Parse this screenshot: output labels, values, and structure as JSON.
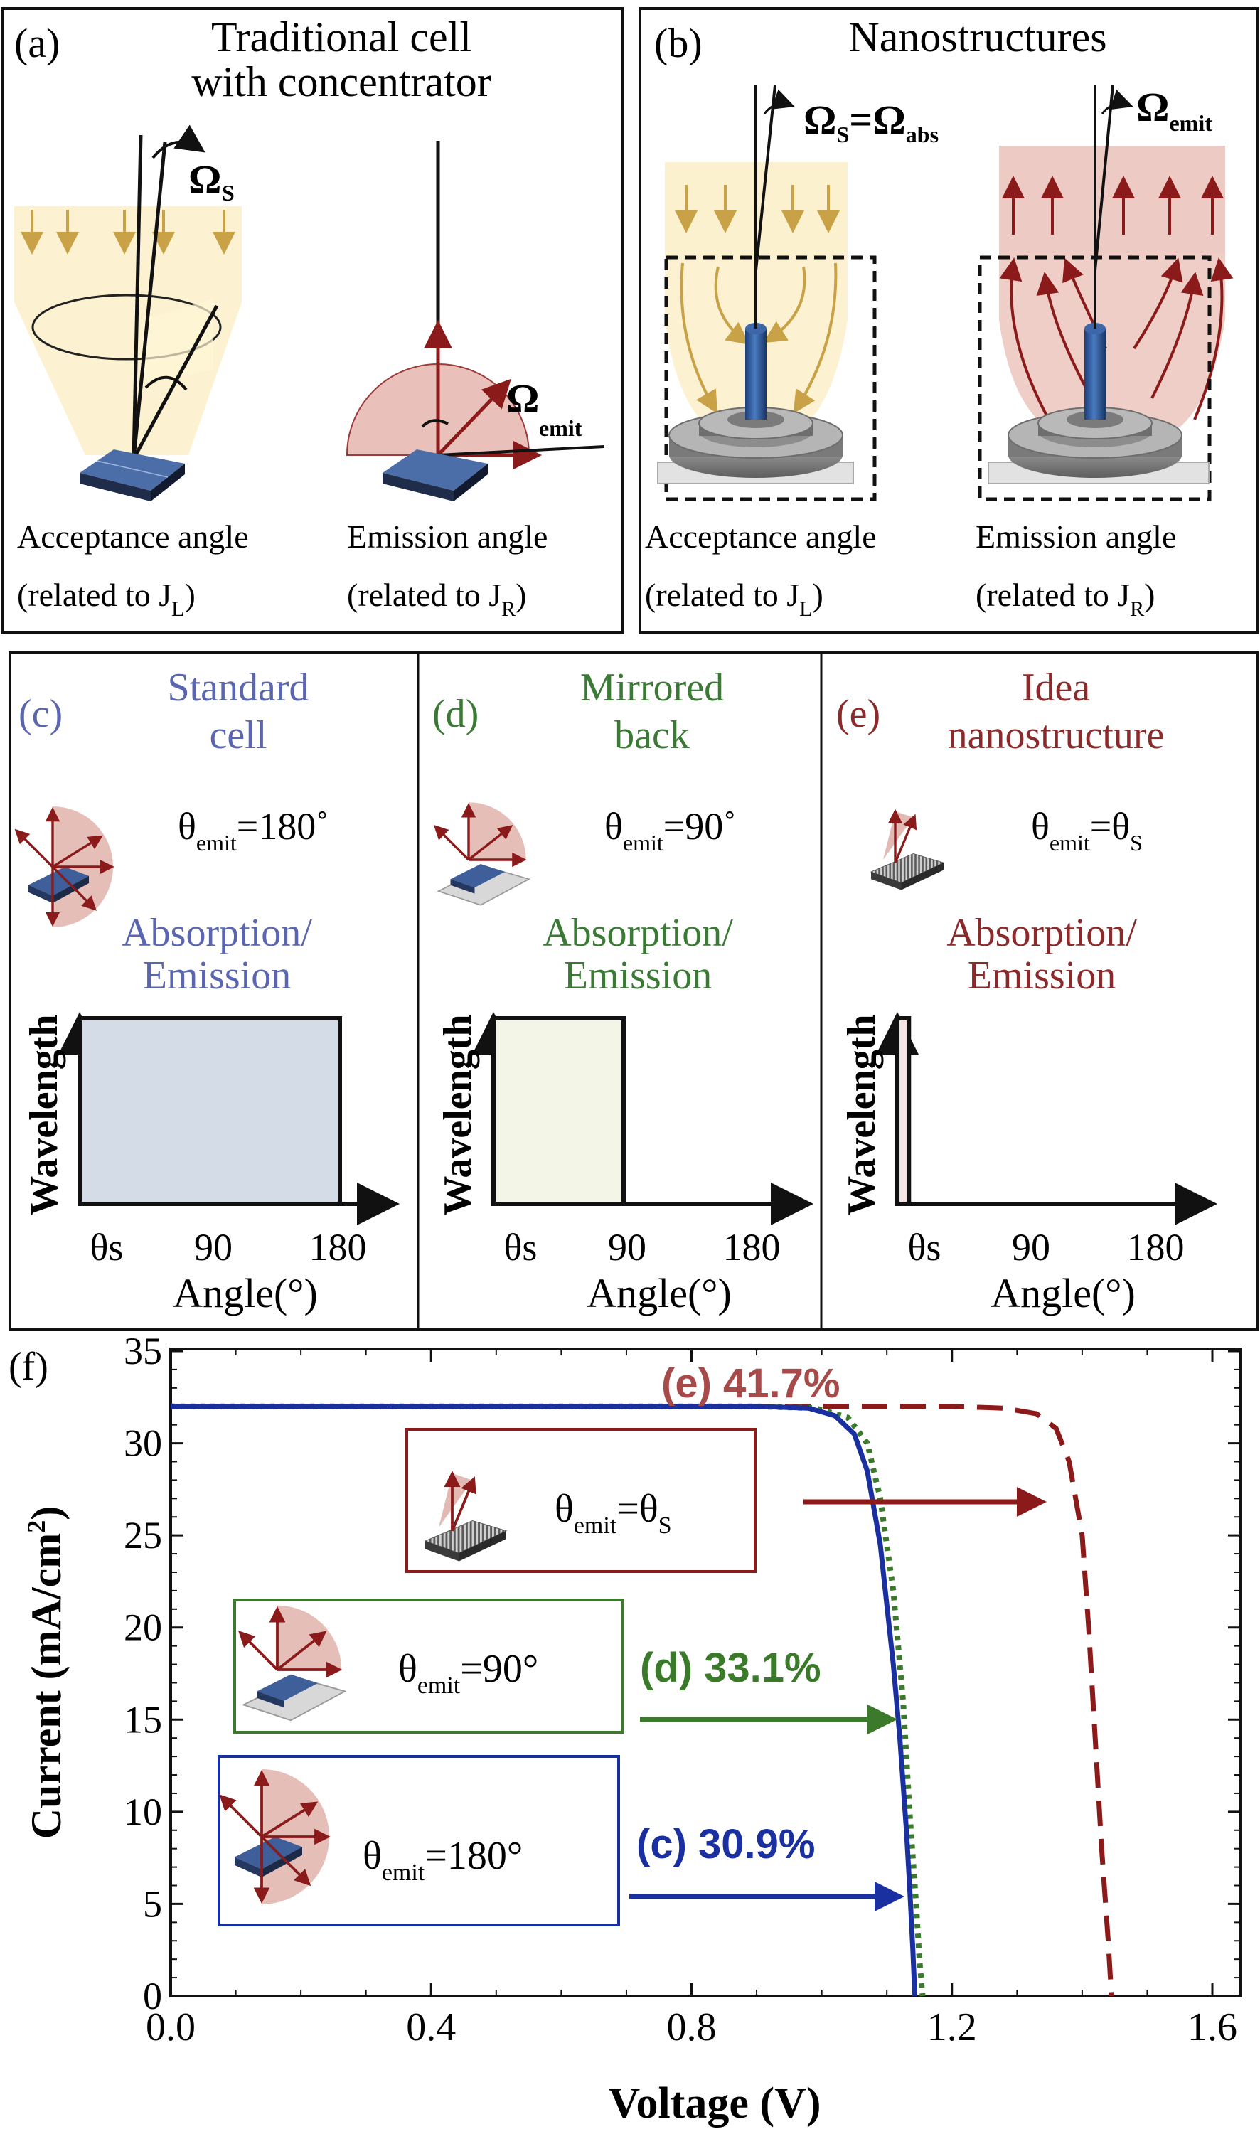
{
  "panel_a": {
    "tag": "(a)",
    "title_line1": "Traditional cell",
    "title_line2": "with concentrator",
    "omega_symbol": "Ω",
    "omega_s_sub": "S",
    "omega_emit_sub": "emit",
    "caption_left_1": "Acceptance angle",
    "caption_left_2": "(related to J",
    "caption_left_sub": "L",
    "caption_right_1": "Emission angle",
    "caption_right_2": "(related to J",
    "caption_right_sub": "R",
    "close_paren": ")"
  },
  "panel_b": {
    "tag": "(b)",
    "title": "Nanostructures",
    "omega_symbol": "Ω",
    "omega_s_sub": "S",
    "equals": "=",
    "omega_abs_sub": "abs",
    "omega_emit_sub": "emit",
    "caption_left_1": "Acceptance angle",
    "caption_left_2": "(related to J",
    "caption_left_sub": "L",
    "caption_right_1": "Emission angle",
    "caption_right_2": "(related to J",
    "caption_right_sub": "R",
    "close_paren": ")"
  },
  "panels_cde": [
    {
      "tag": "(c)",
      "title_line1": "Standard",
      "title_line2": "cell",
      "theta": "θ",
      "emit_sub": "emit",
      "eq_value": "=180˚",
      "plot_title_1": "Absorption/",
      "plot_title_2": "Emission",
      "ylabel": "Wavelength",
      "xlabel": "Angle(°)",
      "ticks": [
        "θs",
        "90",
        "180"
      ],
      "box_extent_deg": 180,
      "color": "#5b66b0",
      "fill": "#d4dce8"
    },
    {
      "tag": "(d)",
      "title_line1": "Mirrored",
      "title_line2": "back",
      "theta": "θ",
      "emit_sub": "emit",
      "eq_value": "=90˚",
      "plot_title_1": "Absorption/",
      "plot_title_2": "Emission",
      "ylabel": "Wavelength",
      "xlabel": "Angle(°)",
      "ticks": [
        "θs",
        "90",
        "180"
      ],
      "box_extent_deg": 90,
      "color": "#3a7a35",
      "fill": "#f3f5e6"
    },
    {
      "tag": "(e)",
      "title_line1": "Idea",
      "title_line2": "nanostructure",
      "theta": "θ",
      "emit_sub": "emit",
      "eq_value": "=θ",
      "eq_sub": "S",
      "plot_title_1": "Absorption/",
      "plot_title_2": "Emission",
      "ylabel": "Wavelength",
      "xlabel": "Angle(°)",
      "ticks": [
        "θs",
        "90",
        "180"
      ],
      "box_extent_deg": 8,
      "color": "#8b2a2a",
      "fill": "#f6e4e4"
    }
  ],
  "panel_f_tag": "(f)",
  "chart_data": {
    "type": "line",
    "xlabel": "Voltage (V)",
    "ylabel": "Current (mA/cm",
    "ylabel_sup": "2",
    "ylabel_close": ")",
    "xlim": [
      0.0,
      1.6
    ],
    "ylim": [
      0,
      35
    ],
    "xticks": [
      "0.0",
      "0.4",
      "0.8",
      "1.2",
      "1.6"
    ],
    "yticks": [
      "0",
      "5",
      "10",
      "15",
      "20",
      "25",
      "30",
      "35"
    ],
    "series": [
      {
        "label": "(c) 30.9%",
        "theta_eq": "=180°",
        "color": "#1a2fa0",
        "style": "solid",
        "x": [
          0.0,
          0.9,
          0.98,
          1.02,
          1.05,
          1.07,
          1.09,
          1.11,
          1.12,
          1.13,
          1.135,
          1.14,
          1.143
        ],
        "y": [
          32.0,
          32.0,
          31.9,
          31.5,
          30.5,
          28.5,
          24.5,
          18.0,
          14.0,
          9.0,
          6.0,
          2.5,
          0.0
        ]
      },
      {
        "label": "(d) 33.1%",
        "theta_eq": "=90°",
        "color": "#3a7a2a",
        "style": "dotted",
        "x": [
          0.0,
          0.9,
          0.99,
          1.04,
          1.07,
          1.09,
          1.11,
          1.125,
          1.135,
          1.145,
          1.15,
          1.155
        ],
        "y": [
          32.0,
          32.0,
          31.9,
          31.4,
          30.0,
          27.0,
          22.0,
          16.0,
          10.0,
          5.0,
          2.0,
          0.0
        ]
      },
      {
        "label": "(e) 41.7%",
        "theta_eq": "=θ",
        "theta_eq_sub": "S",
        "color": "#8b1a1a",
        "style": "dashed",
        "x": [
          0.0,
          1.2,
          1.28,
          1.33,
          1.36,
          1.38,
          1.4,
          1.41,
          1.42,
          1.43,
          1.44,
          1.445
        ],
        "y": [
          32.0,
          32.0,
          31.9,
          31.6,
          30.8,
          29.0,
          25.0,
          20.0,
          14.0,
          8.0,
          3.0,
          0.0
        ]
      }
    ],
    "legend_theta": "θ",
    "legend_emit_sub": "emit"
  }
}
